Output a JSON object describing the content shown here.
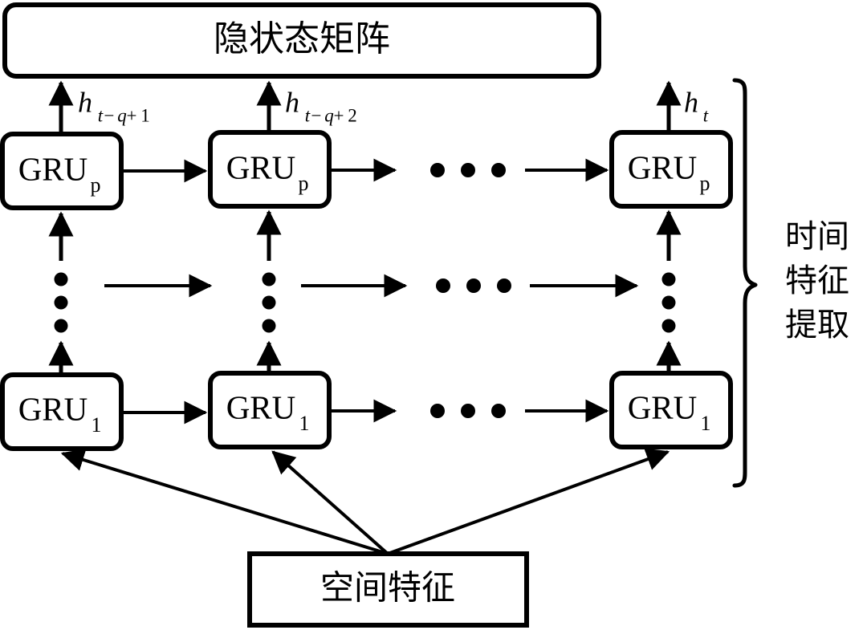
{
  "figure": {
    "type": "diagram",
    "subtype": "neural-network-architecture",
    "colors": {
      "stroke": "#000000",
      "background": "#ffffff",
      "text": "#000000"
    }
  },
  "top_box": {
    "label": "隐状态矩阵",
    "shape": "rounded-rectangle"
  },
  "bottom_box": {
    "label": "空间特征",
    "shape": "rectangle"
  },
  "brace": {
    "label_lines": [
      "时间",
      "特征",
      "提取"
    ],
    "label_full": "时间特征提取"
  },
  "hidden_state_labels": [
    {
      "base": "h",
      "sub_prefix": "t",
      "sub_minus": "−",
      "sub_q": "q",
      "sub_plus": "+",
      "sub_index": "1",
      "full": "h_{t-q+1}"
    },
    {
      "base": "h",
      "sub_prefix": "t",
      "sub_minus": "−",
      "sub_q": "q",
      "sub_plus": "+",
      "sub_index": "2",
      "full": "h_{t-q+2}"
    },
    {
      "base": "h",
      "sub_prefix": "t",
      "sub_minus": "",
      "sub_q": "",
      "sub_plus": "",
      "sub_index": "",
      "full": "h_t"
    }
  ],
  "rows": [
    {
      "row_name": "gru-top-row",
      "cell_main": "GRU",
      "cell_sub": "p",
      "cells": [
        "GRU",
        "GRU",
        "GRU"
      ],
      "horizontal_ellipsis": "•  •  •"
    },
    {
      "row_name": "gru-middle-row",
      "cell_main": "",
      "cell_sub": "",
      "vertical_ellipsis": "vertical-dots",
      "horizontal_ellipsis": "•  •  •"
    },
    {
      "row_name": "gru-bottom-row",
      "cell_main": "GRU",
      "cell_sub": "1",
      "cells": [
        "GRU",
        "GRU",
        "GRU"
      ],
      "horizontal_ellipsis": "•  •  •"
    }
  ],
  "columns": [
    {
      "name": "timestep-1"
    },
    {
      "name": "timestep-2"
    },
    {
      "name": "timestep-t"
    }
  ]
}
